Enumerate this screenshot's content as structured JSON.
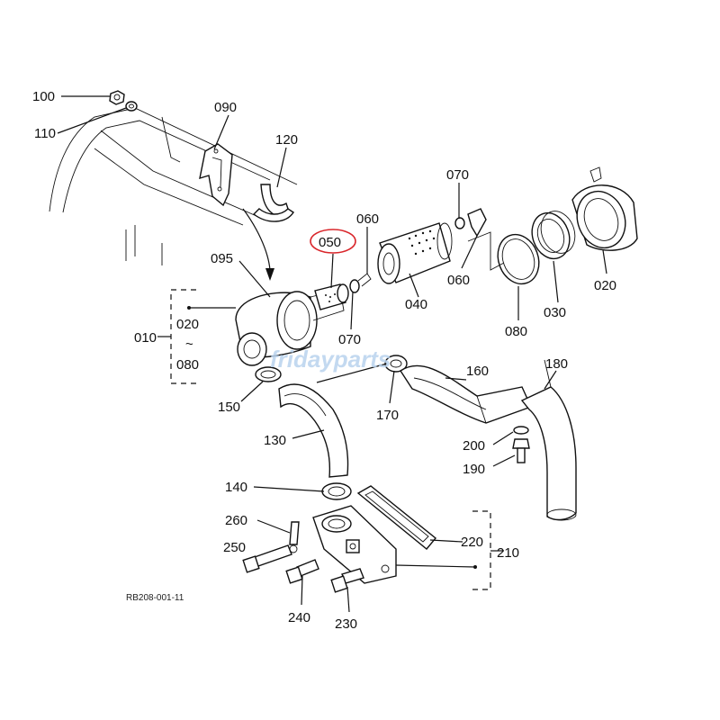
{
  "diagram": {
    "code": "RB208-001-11",
    "watermark": "fridayparts",
    "highlight_color": "#d9262b",
    "labels": {
      "p100": "100",
      "p110": "110",
      "p090": "090",
      "p120": "120",
      "p050": "050",
      "p060a": "060",
      "p070a": "070",
      "p095": "095",
      "p010": "010",
      "p020a": "020",
      "p080a": "080",
      "p150": "150",
      "p070b": "070",
      "p040": "040",
      "p060b": "060",
      "p080b": "080",
      "p030": "030",
      "p020b": "020",
      "p160": "160",
      "p180": "180",
      "p170": "170",
      "p130": "130",
      "p200": "200",
      "p190": "190",
      "p140": "140",
      "p260": "260",
      "p250": "250",
      "p240": "240",
      "p230": "230",
      "p220": "220",
      "p210": "210",
      "tilde": "~"
    }
  }
}
